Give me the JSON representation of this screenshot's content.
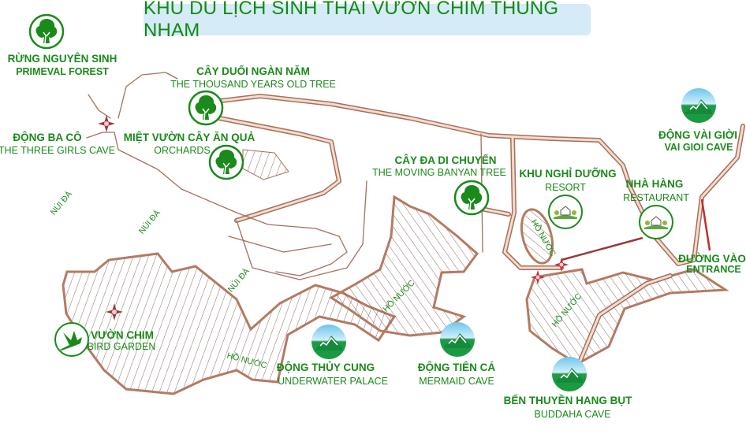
{
  "title": "KHU DU LỊCH SINH THÁI VƯỜN CHIM THUNG NHAM",
  "colors": {
    "green": "#1a8a1a",
    "road": "#a66f5a",
    "road_fill": "#f4dccf",
    "title_bg": "#d5ebf8",
    "marker": "#9b3a3a",
    "entrance_line": "#c0302a"
  },
  "places": {
    "primeval_forest": {
      "vn": "RỪNG NGUYÊN SINH",
      "en": "PRIMEVAL FOREST",
      "icon": "tree-icon"
    },
    "thousand_year_tree": {
      "vn": "CÂY DUỐI NGÀN NĂM",
      "en": "THE THOUSAND YEARS OLD TREE",
      "icon": "tree-icon"
    },
    "three_girls_cave": {
      "vn": "ĐỘNG BA CÔ",
      "en": "THE THREE GIRLS CAVE",
      "icon": "compass-star-icon"
    },
    "orchards": {
      "vn": "MIỆT VƯỜN CÂY ĂN QUẢ",
      "en": "ORCHARDS",
      "icon": "tree-icon"
    },
    "moving_banyan": {
      "vn": "CÂY ĐA DI CHUYỂN",
      "en": "THE MOVING BANYAN TREE",
      "icon": "tree-icon"
    },
    "resort": {
      "vn": "KHU NGHỈ DƯỠNG",
      "en": "RESORT",
      "icon": "house-icon"
    },
    "restaurant": {
      "vn": "NHÀ HÀNG",
      "en": "RESTAURANT",
      "icon": "house-icon"
    },
    "vai_gioi_cave": {
      "vn": "ĐỘNG VÀI GIỜI",
      "en": "VAI GIOI CAVE",
      "icon": "mountain-icon"
    },
    "entrance": {
      "vn": "ĐƯỜNG VÀO",
      "en": "ENTRANCE"
    },
    "bird_garden": {
      "vn": "VƯỜN CHIM",
      "en": "BIRD GARDEN",
      "icon": "bird-icon"
    },
    "underwater_palace": {
      "vn": "ĐỘNG THỦY CUNG",
      "en": "UNDERWATER PALACE",
      "icon": "mountain-icon"
    },
    "mermaid_cave": {
      "vn": "ĐỘNG TIÊN CÁ",
      "en": "MERMAID CAVE",
      "icon": "mountain-icon"
    },
    "buddha_cave": {
      "vn": "BẾN THUYỀN HANG  BỤT",
      "en": "BUDDAHA CAVE",
      "icon": "mountain-icon"
    }
  },
  "terrain": {
    "mountain": "NÚI ĐÁ",
    "lake": "HỒ NƯỚC"
  }
}
